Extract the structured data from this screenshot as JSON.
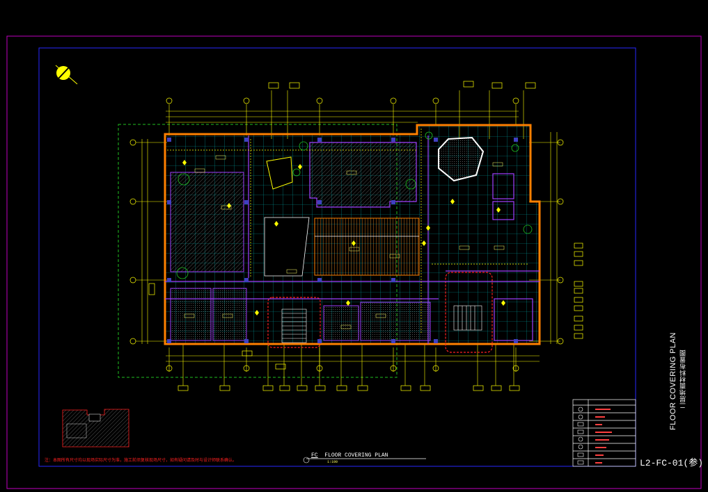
{
  "title_block": {
    "vertical_title_en": "FLOOR COVERING PLAN",
    "vertical_title_cn": "二层地面材料布置图",
    "sheet_number": "L2-FC-01(参)"
  },
  "plan_title": {
    "tag": "FC",
    "label": "FLOOR COVERING PLAN",
    "scale": "1:100"
  },
  "note": "注：本图所有尺寸均以现场实际尺寸为准，施工前须复核现场尺寸，如有疑问请及时与设计师联系确认。",
  "colors": {
    "border_outer": "#c000c0",
    "border_inner": "#2020ff",
    "wall": "#ff8000",
    "grid": "#00b0b0",
    "dim": "#ffff00",
    "hatch": "#808080",
    "purple": "#a040ff",
    "red": "#ff2020",
    "green": "#20c020"
  },
  "icons": [
    "north-arrow-icon"
  ]
}
